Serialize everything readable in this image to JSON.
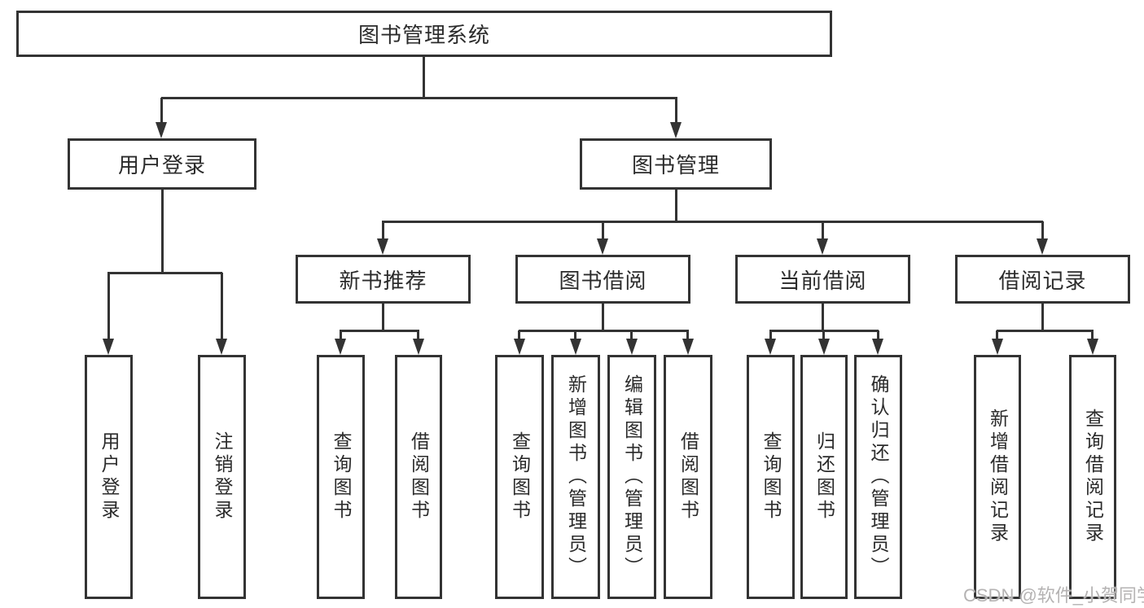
{
  "tree": {
    "label": "图书管理系统",
    "children": [
      {
        "label": "用户登录",
        "children": [
          {
            "label": "用户登录"
          },
          {
            "label": "注销登录"
          }
        ]
      },
      {
        "label": "图书管理",
        "children": [
          {
            "label": "新书推荐",
            "children": [
              {
                "label": "查询图书"
              },
              {
                "label": "借阅图书"
              }
            ]
          },
          {
            "label": "图书借阅",
            "children": [
              {
                "label": "查询图书"
              },
              {
                "label": "新增图书（管理员）"
              },
              {
                "label": "编辑图书（管理员）"
              },
              {
                "label": "借阅图书"
              }
            ]
          },
          {
            "label": "当前借阅",
            "children": [
              {
                "label": "查询图书"
              },
              {
                "label": "归还图书"
              },
              {
                "label": "确认归还（管理员）"
              }
            ]
          },
          {
            "label": "借阅记录",
            "children": [
              {
                "label": "新增借阅记录"
              },
              {
                "label": "查询借阅记录"
              }
            ]
          }
        ]
      }
    ]
  },
  "watermark": {
    "text": "CSDN @软件_小贺同学"
  },
  "colors": {
    "line": "#333333",
    "text": "#2b2b2b",
    "watermark": "#b5b3b3",
    "background": "#ffffff"
  }
}
